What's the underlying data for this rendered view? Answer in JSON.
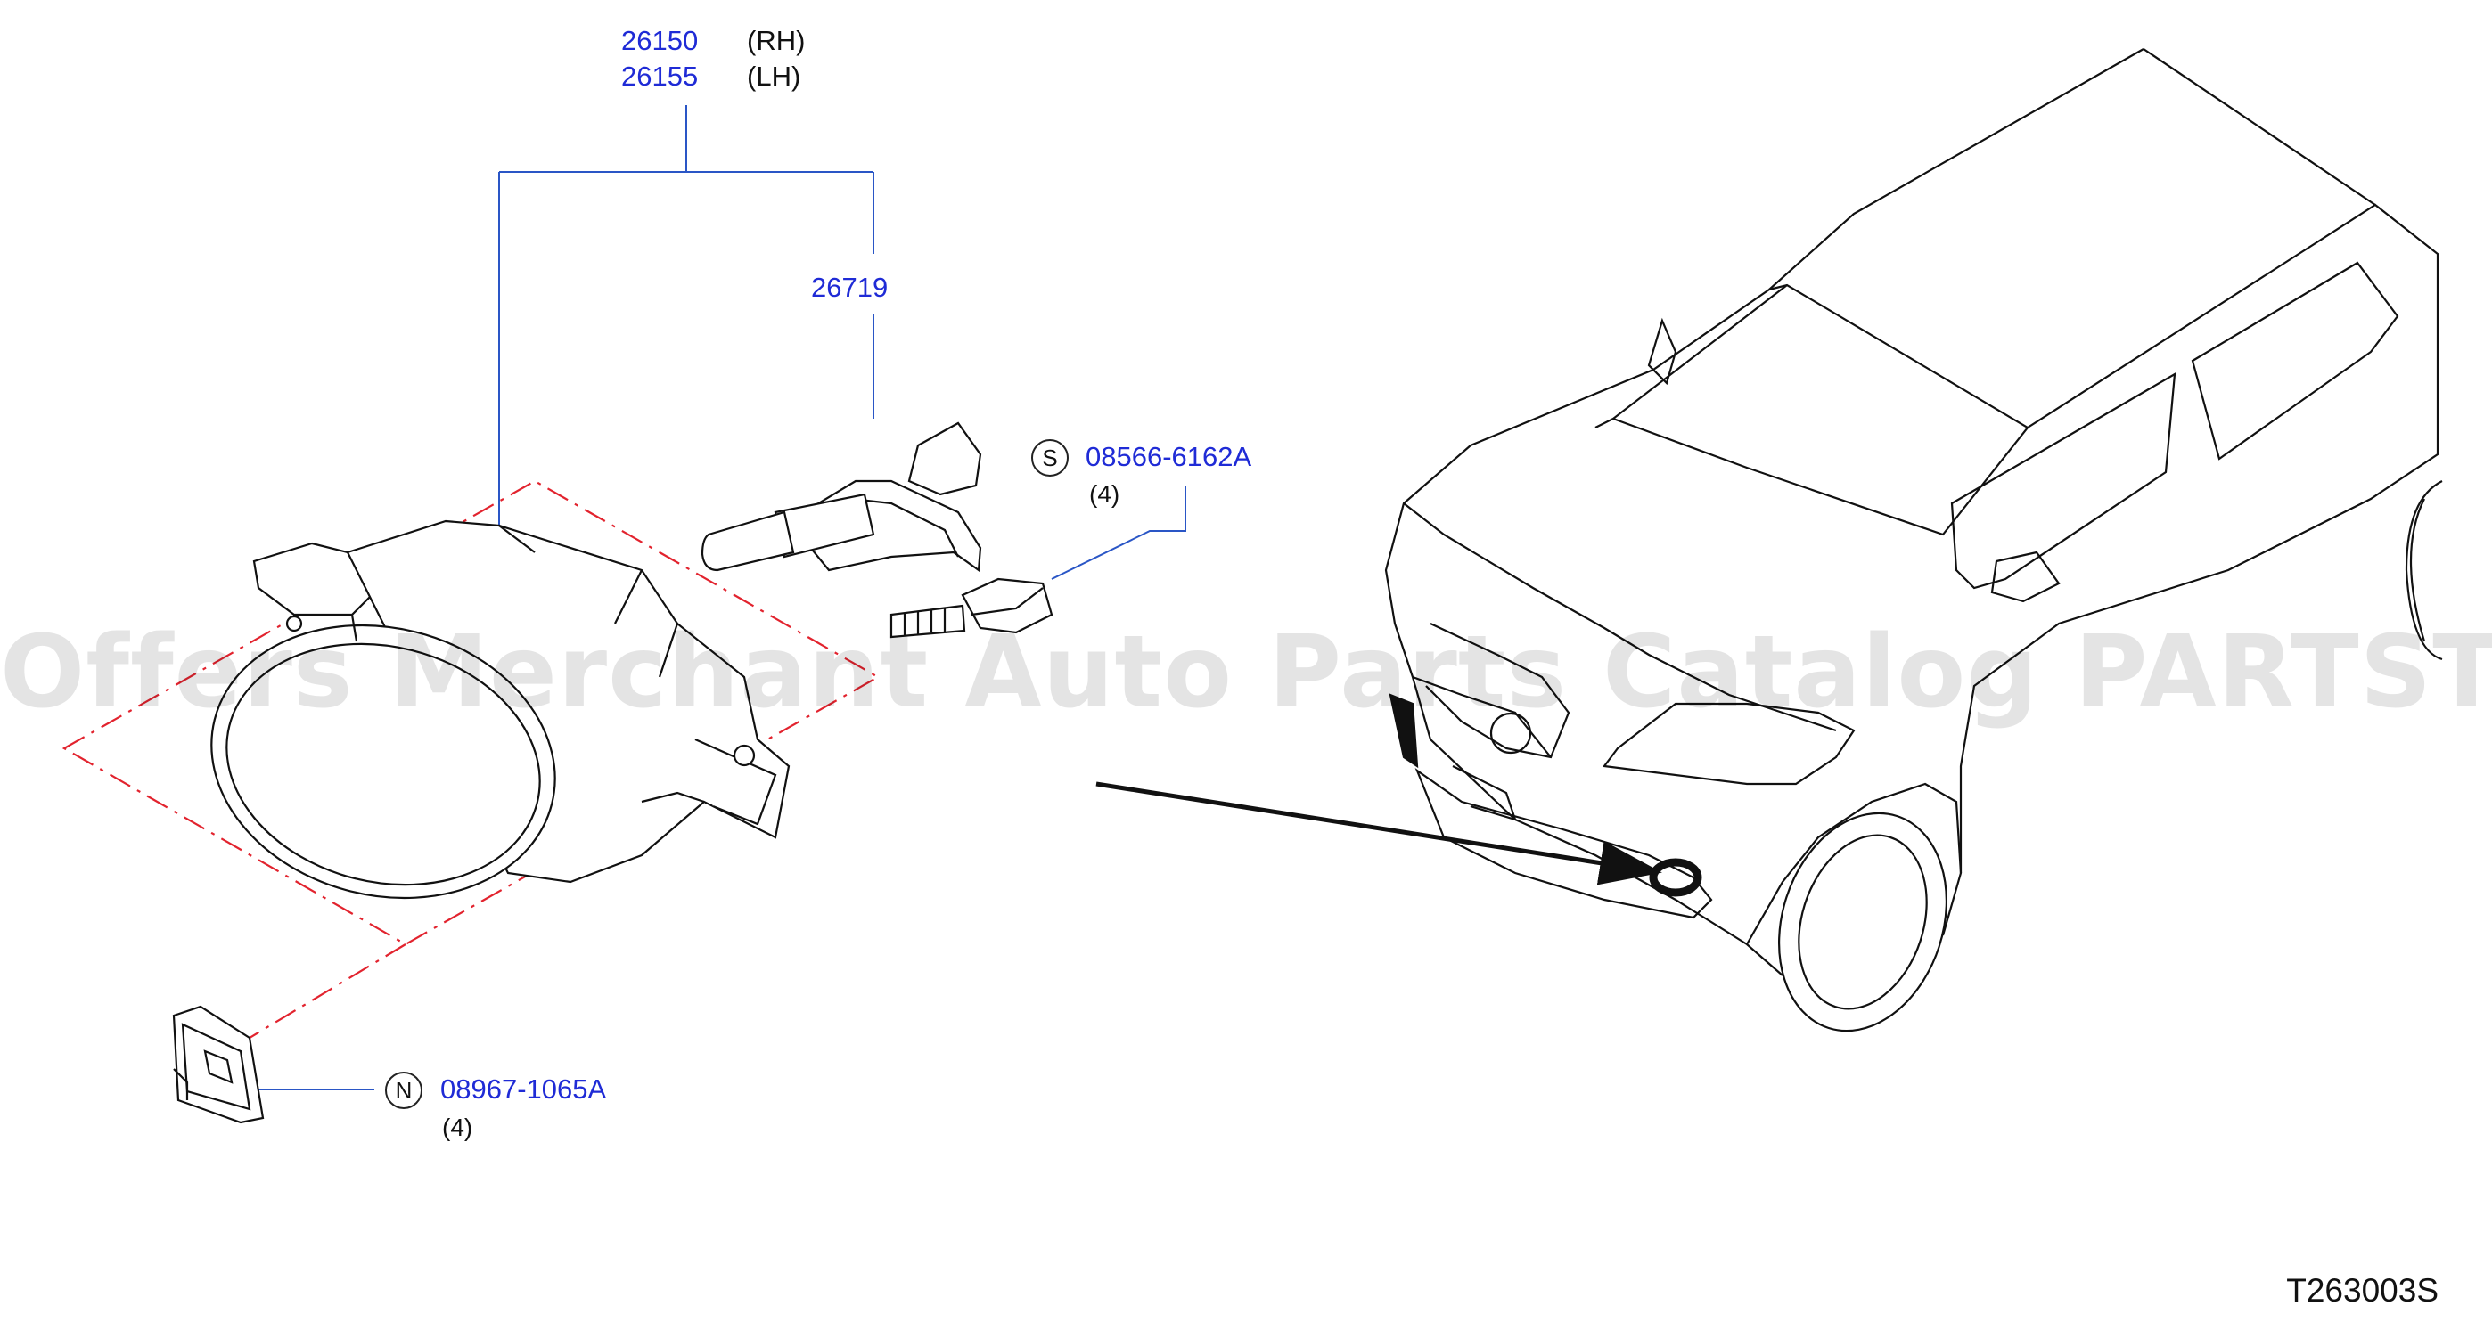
{
  "colors": {
    "part_number": "#1f2bd6",
    "leader_line": "#2a56c6",
    "phantom_line": "#e2232e",
    "outline": "#111111",
    "watermark": "#000000"
  },
  "callouts": {
    "fog_lamp_rh": {
      "part_no": "26150",
      "side": "(RH)"
    },
    "fog_lamp_lh": {
      "part_no": "26155",
      "side": "(LH)"
    },
    "bulb": {
      "part_no": "26719"
    },
    "screw": {
      "symbol": "S",
      "part_no": "08566-6162A",
      "qty": "(4)"
    },
    "nut_clip": {
      "symbol": "N",
      "part_no": "08967-1065A",
      "qty": "(4)"
    }
  },
  "watermark": "Offers Merchant Auto Parts Catalog PARTSTORE.SA",
  "diagram_code": "T263003S",
  "icons": [
    "fog-lamp-assembly-icon",
    "bulb-icon",
    "screw-icon",
    "clip-nut-icon",
    "vehicle-icon",
    "location-arrow-icon"
  ]
}
